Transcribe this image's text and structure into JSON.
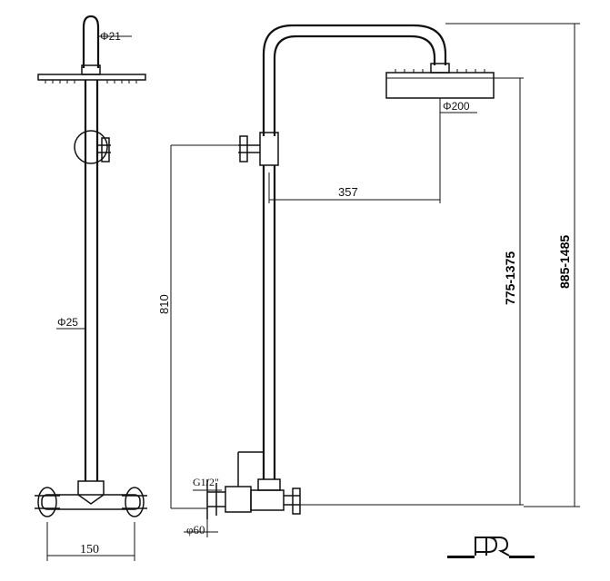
{
  "labels": {
    "pipe_dia_top": "Φ21",
    "pipe_dia_main": "Φ25",
    "head_dia": "Φ200",
    "width_bottom": "150",
    "arm_reach": "357",
    "height_outlet": "810",
    "height_head": "775-1375",
    "height_total": "885-1485",
    "thread": "G1/2\"",
    "flange_dia": "φ60"
  },
  "logo": {
    "text": "PR"
  },
  "colors": {
    "line": "#111111",
    "logo_bar": "#000000"
  }
}
